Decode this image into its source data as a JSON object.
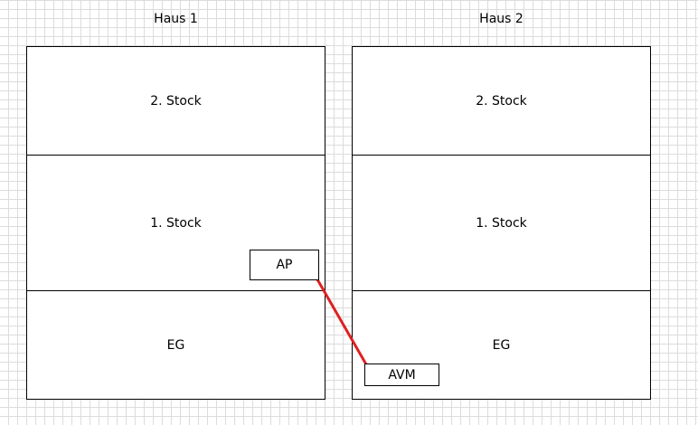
{
  "houses": [
    {
      "title": "Haus 1",
      "floors": [
        "2. Stock",
        "1. Stock",
        "EG"
      ]
    },
    {
      "title": "Haus 2",
      "floors": [
        "2. Stock",
        "1. Stock",
        "EG"
      ]
    }
  ],
  "devices": {
    "ap": "AP",
    "avm": "AVM"
  },
  "colors": {
    "link": "#e02020",
    "grid": "#dcdcdc"
  }
}
